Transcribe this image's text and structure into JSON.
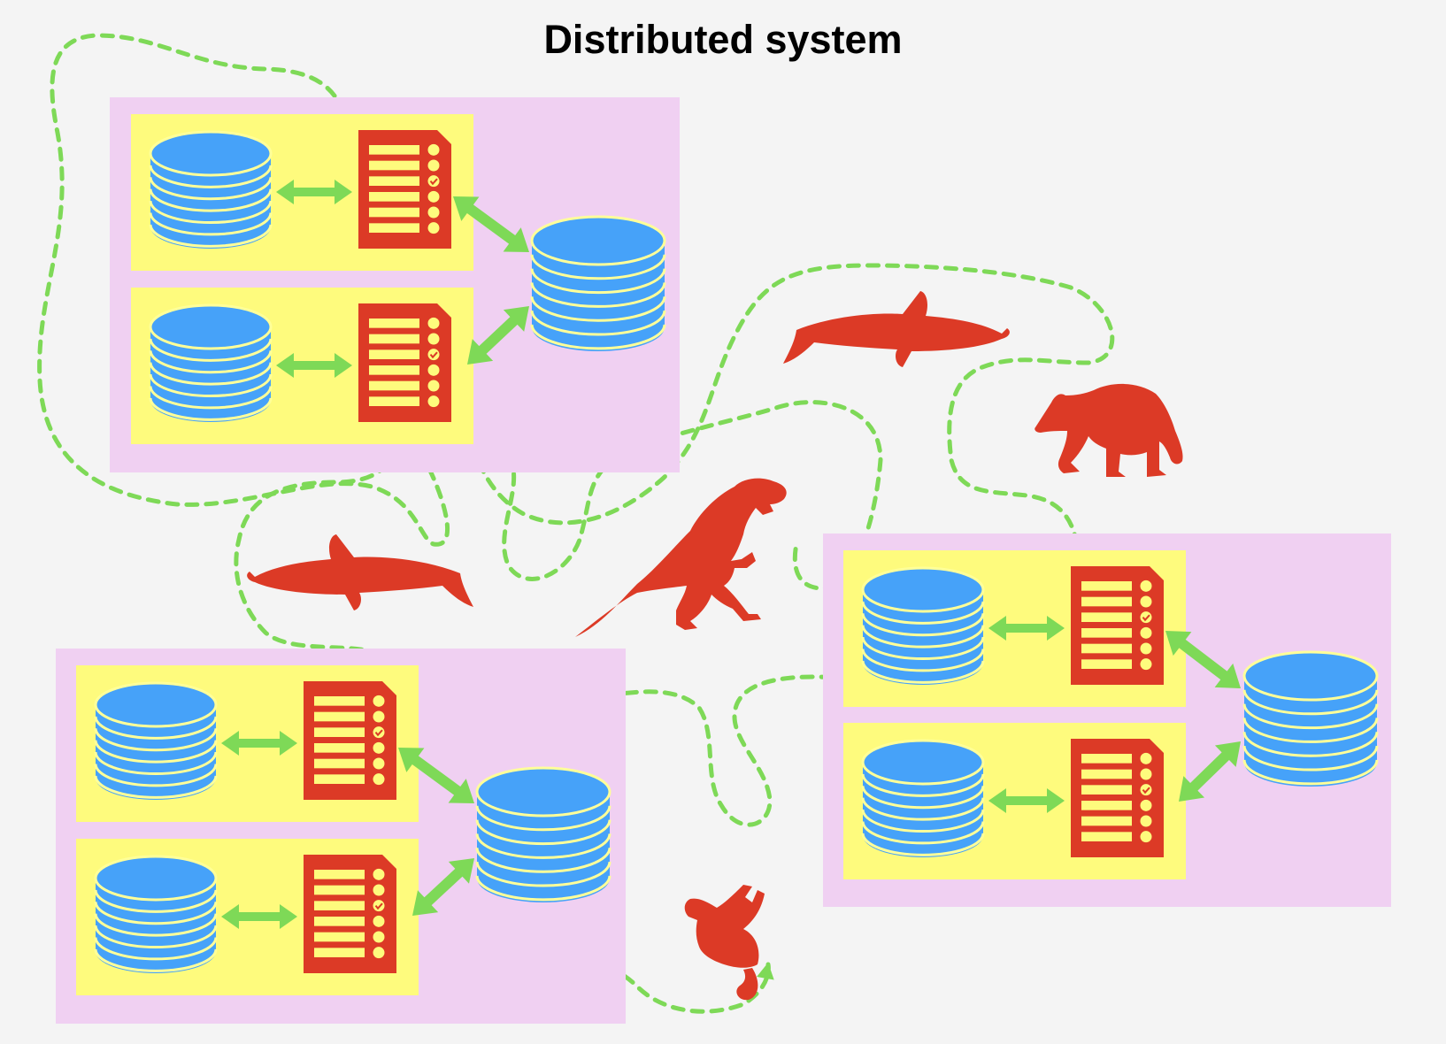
{
  "title": "Distributed system",
  "colors": {
    "background": "#f4f4f4",
    "cluster": "#f0d0f2",
    "node": "#fefb7d",
    "database": "#46a2f9",
    "database_lines": "#ffff99",
    "document": "#dc3a26",
    "document_lines": "#fefb7d",
    "arrow": "#7ed957",
    "path": "#7ed957",
    "animal": "#dc3a26"
  },
  "clusters": [
    {
      "name": "cluster-top-left",
      "nodes": 2
    },
    {
      "name": "cluster-bottom-left",
      "nodes": 2
    },
    {
      "name": "cluster-right",
      "nodes": 2
    }
  ],
  "icons": {
    "database": "database-icon",
    "document": "checklist-document-icon",
    "arrow": "double-arrow-icon",
    "shark": "shark-icon",
    "bear": "bear-icon",
    "dinosaur": "dinosaur-icon",
    "monkey": "monkey-icon"
  }
}
